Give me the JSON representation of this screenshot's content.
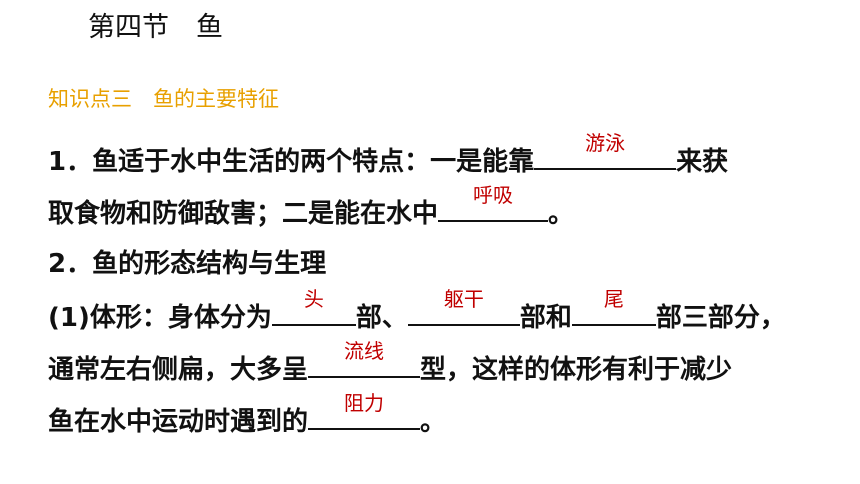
{
  "header": {
    "title": "第四节　鱼"
  },
  "section": {
    "heading": "知识点三　鱼的主要特征"
  },
  "q1": {
    "part1": "1．鱼适于水中生活的两个特点：一是能靠",
    "answer1": "游泳",
    "part2": "来获",
    "part3": "取食物和防御敌害；二是能在水中",
    "answer2": "呼吸",
    "part4": "。"
  },
  "q2": {
    "title": "2．鱼的形态结构与生理",
    "s1": "(1)体形：身体分为",
    "a1": "头",
    "s2": "部、",
    "a2": "躯干",
    "s3": "部和",
    "a3": "尾",
    "s4": "部三部分，",
    "s5": "通常左右侧扁，大多呈",
    "a4": "流线",
    "s6": "型，这样的体形有利于减少",
    "s7": "鱼在水中运动时遇到的",
    "a5": "阻力",
    "s8": "。"
  },
  "colors": {
    "heading": "#e8a000",
    "answer": "#c00000",
    "text": "#111111"
  }
}
